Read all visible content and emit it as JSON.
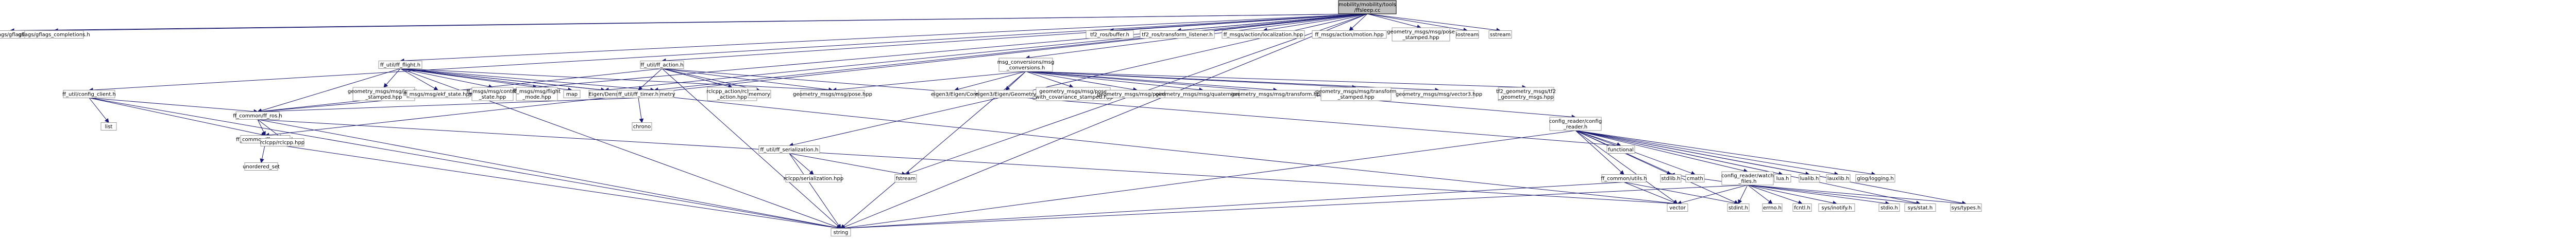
{
  "graph": {
    "nodes": [
      {
        "id": "root",
        "lines": [
          "mobility/mobility/tools",
          "/ffsleep.cc"
        ],
        "highlight": true
      },
      {
        "id": "gflags",
        "lines": [
          "gflags/gflags.h"
        ]
      },
      {
        "id": "gflags_completions",
        "lines": [
          "gflags/gflags_completions.h"
        ]
      },
      {
        "id": "ff_util_config_client",
        "lines": [
          "ff_util/config_client.h"
        ]
      },
      {
        "id": "list",
        "lines": [
          "list"
        ]
      },
      {
        "id": "ff_common_ff_ros",
        "lines": [
          "ff_common/ff_ros.h"
        ]
      },
      {
        "id": "ff_common_ff_names",
        "lines": [
          "ff_common/ff_names.h"
        ]
      },
      {
        "id": "unordered_set",
        "lines": [
          "unordered_set"
        ]
      },
      {
        "id": "ff_util_ff_flight",
        "lines": [
          "ff_util/ff_flight.h"
        ]
      },
      {
        "id": "inertia_stamped",
        "lines": [
          "geometry_msgs/msg/inertia",
          "_stamped.hpp"
        ]
      },
      {
        "id": "ekf_state",
        "lines": [
          "ff_msgs/msg/ekf_state.hpp"
        ]
      },
      {
        "id": "control_state",
        "lines": [
          "ff_msgs/msg/control",
          "_state.hpp"
        ]
      },
      {
        "id": "flight_mode",
        "lines": [
          "ff_msgs/msg/flight",
          "_mode.hpp"
        ]
      },
      {
        "id": "map",
        "lines": [
          "map"
        ]
      },
      {
        "id": "eigen_dense",
        "lines": [
          "Eigen/Dense"
        ]
      },
      {
        "id": "eigen_geometry",
        "lines": [
          "Eigen/Geometry"
        ]
      },
      {
        "id": "rclcpp",
        "lines": [
          "rclcpp/rclcpp.hpp"
        ]
      },
      {
        "id": "ff_util_ff_action",
        "lines": [
          "ff_util/ff_action.h"
        ]
      },
      {
        "id": "ff_util_ff_timer",
        "lines": [
          "ff_util/ff_timer.h"
        ]
      },
      {
        "id": "chrono",
        "lines": [
          "chrono"
        ]
      },
      {
        "id": "rclcpp_action",
        "lines": [
          "rclcpp_action/rclcpp",
          "_action.hpp"
        ]
      },
      {
        "id": "memory",
        "lines": [
          "memory"
        ]
      },
      {
        "id": "pose",
        "lines": [
          "geometry_msgs/msg/pose.hpp"
        ]
      },
      {
        "id": "ff_util_ff_serialization",
        "lines": [
          "ff_util/ff_serialization.h"
        ]
      },
      {
        "id": "rclcpp_serialization",
        "lines": [
          "rclcpp/serialization.hpp"
        ]
      },
      {
        "id": "string",
        "lines": [
          "string"
        ]
      },
      {
        "id": "fstream",
        "lines": [
          "fstream"
        ]
      },
      {
        "id": "msg_conversions",
        "lines": [
          "msg_conversions/msg",
          "_conversions.h"
        ]
      },
      {
        "id": "eigen3_core",
        "lines": [
          "eigen3/Eigen/Core"
        ]
      },
      {
        "id": "eigen3_geometry",
        "lines": [
          "eigen3/Eigen/Geometry"
        ]
      },
      {
        "id": "pose_cov",
        "lines": [
          "geometry_msgs/msg/pose",
          "_with_covariance_stamped.hpp"
        ]
      },
      {
        "id": "point",
        "lines": [
          "geometry_msgs/msg/point.hpp"
        ]
      },
      {
        "id": "quaternion",
        "lines": [
          "geometry_msgs/msg/quaternion.hpp"
        ]
      },
      {
        "id": "transform",
        "lines": [
          "geometry_msgs/msg/transform.hpp"
        ]
      },
      {
        "id": "transform_stamped",
        "lines": [
          "geometry_msgs/msg/transform",
          "_stamped.hpp"
        ]
      },
      {
        "id": "vector3",
        "lines": [
          "geometry_msgs/msg/vector3.hpp"
        ]
      },
      {
        "id": "tf2_geometry_msgs",
        "lines": [
          "tf2_geometry_msgs/tf2",
          "_geometry_msgs.hpp"
        ]
      },
      {
        "id": "config_reader",
        "lines": [
          "config_reader/config",
          "_reader.h"
        ]
      },
      {
        "id": "functional",
        "lines": [
          "functional"
        ]
      },
      {
        "id": "ff_common_utils",
        "lines": [
          "ff_common/utils.h"
        ]
      },
      {
        "id": "vector",
        "lines": [
          "vector"
        ]
      },
      {
        "id": "stdlib",
        "lines": [
          "stdlib.h"
        ]
      },
      {
        "id": "cmath",
        "lines": [
          "cmath"
        ]
      },
      {
        "id": "watch_files",
        "lines": [
          "config_reader/watch",
          "_files.h"
        ]
      },
      {
        "id": "stdint",
        "lines": [
          "stdint.h"
        ]
      },
      {
        "id": "errno",
        "lines": [
          "errno.h"
        ]
      },
      {
        "id": "fcntl",
        "lines": [
          "fcntl.h"
        ]
      },
      {
        "id": "sys_inotify",
        "lines": [
          "sys/inotify.h"
        ]
      },
      {
        "id": "stdio",
        "lines": [
          "stdio.h"
        ]
      },
      {
        "id": "sys_stat",
        "lines": [
          "sys/stat.h"
        ]
      },
      {
        "id": "sys_types",
        "lines": [
          "sys/types.h"
        ]
      },
      {
        "id": "lua",
        "lines": [
          "lua.h"
        ]
      },
      {
        "id": "lualib",
        "lines": [
          "lualib.h"
        ]
      },
      {
        "id": "lauxlib",
        "lines": [
          "lauxlib.h"
        ]
      },
      {
        "id": "glog",
        "lines": [
          "glog/logging.h"
        ]
      },
      {
        "id": "tf2_buffer",
        "lines": [
          "tf2_ros/buffer.h"
        ]
      },
      {
        "id": "tf2_listener",
        "lines": [
          "tf2_ros/transform_listener.h"
        ]
      },
      {
        "id": "localization",
        "lines": [
          "ff_msgs/action/localization.hpp"
        ]
      },
      {
        "id": "motion",
        "lines": [
          "ff_msgs/action/motion.hpp"
        ]
      },
      {
        "id": "pose_stamped",
        "lines": [
          "geometry_msgs/msg/pose",
          "_stamped.hpp"
        ]
      },
      {
        "id": "iostream",
        "lines": [
          "iostream"
        ]
      },
      {
        "id": "sstream",
        "lines": [
          "sstream"
        ]
      }
    ],
    "edges": [
      [
        "root",
        "gflags"
      ],
      [
        "root",
        "gflags_completions"
      ],
      [
        "root",
        "ff_util_config_client"
      ],
      [
        "root",
        "ff_util_ff_flight"
      ],
      [
        "root",
        "ff_util_ff_action"
      ],
      [
        "root",
        "ff_util_ff_serialization"
      ],
      [
        "root",
        "msg_conversions"
      ],
      [
        "root",
        "tf2_buffer"
      ],
      [
        "root",
        "tf2_listener"
      ],
      [
        "root",
        "localization"
      ],
      [
        "root",
        "motion"
      ],
      [
        "root",
        "pose_stamped"
      ],
      [
        "root",
        "iostream"
      ],
      [
        "root",
        "sstream"
      ],
      [
        "root",
        "ff_common_ff_ros"
      ],
      [
        "root",
        "ff_common_ff_names"
      ],
      [
        "root",
        "eigen_dense"
      ],
      [
        "root",
        "eigen_geometry"
      ],
      [
        "root",
        "string"
      ],
      [
        "root",
        "fstream"
      ],
      [
        "ff_util_config_client",
        "list"
      ],
      [
        "ff_util_config_client",
        "ff_common_ff_ros"
      ],
      [
        "ff_util_config_client",
        "ff_common_ff_names"
      ],
      [
        "ff_util_config_client",
        "string"
      ],
      [
        "ff_common_ff_ros",
        "ff_common_ff_names"
      ],
      [
        "ff_common_ff_ros",
        "rclcpp"
      ],
      [
        "ff_common_ff_ros",
        "string"
      ],
      [
        "ff_common_ff_ros",
        "vector"
      ],
      [
        "ff_common_ff_names",
        "unordered_set"
      ],
      [
        "ff_common_ff_names",
        "string"
      ],
      [
        "ff_util_ff_flight",
        "inertia_stamped"
      ],
      [
        "ff_util_ff_flight",
        "ekf_state"
      ],
      [
        "ff_util_ff_flight",
        "control_state"
      ],
      [
        "ff_util_ff_flight",
        "flight_mode"
      ],
      [
        "ff_util_ff_flight",
        "map"
      ],
      [
        "ff_util_ff_flight",
        "eigen_dense"
      ],
      [
        "ff_util_ff_flight",
        "eigen_geometry"
      ],
      [
        "ff_util_ff_flight",
        "ff_common_ff_ros"
      ],
      [
        "ff_util_ff_flight",
        "string"
      ],
      [
        "ff_util_ff_flight",
        "vector"
      ],
      [
        "ff_util_ff_flight",
        "pose"
      ],
      [
        "ff_util_ff_action",
        "ff_util_ff_timer"
      ],
      [
        "ff_util_ff_action",
        "rclcpp_action"
      ],
      [
        "ff_util_ff_action",
        "memory"
      ],
      [
        "ff_util_ff_action",
        "ff_common_ff_ros"
      ],
      [
        "ff_util_ff_action",
        "functional"
      ],
      [
        "ff_util_ff_action",
        "string"
      ],
      [
        "ff_util_ff_action",
        "pose"
      ],
      [
        "ff_util_ff_timer",
        "ff_common_ff_ros"
      ],
      [
        "ff_util_ff_timer",
        "chrono"
      ],
      [
        "ff_util_ff_serialization",
        "rclcpp_serialization"
      ],
      [
        "ff_util_ff_serialization",
        "string"
      ],
      [
        "ff_util_ff_serialization",
        "fstream"
      ],
      [
        "msg_conversions",
        "eigen3_core"
      ],
      [
        "msg_conversions",
        "eigen3_geometry"
      ],
      [
        "msg_conversions",
        "pose_cov"
      ],
      [
        "msg_conversions",
        "point"
      ],
      [
        "msg_conversions",
        "quaternion"
      ],
      [
        "msg_conversions",
        "transform"
      ],
      [
        "msg_conversions",
        "transform_stamped"
      ],
      [
        "msg_conversions",
        "vector3"
      ],
      [
        "msg_conversions",
        "tf2_geometry_msgs"
      ],
      [
        "msg_conversions",
        "config_reader"
      ],
      [
        "msg_conversions",
        "pose"
      ],
      [
        "msg_conversions",
        "string"
      ],
      [
        "config_reader",
        "ff_common_utils"
      ],
      [
        "config_reader",
        "stdlib"
      ],
      [
        "config_reader",
        "cmath"
      ],
      [
        "config_reader",
        "watch_files"
      ],
      [
        "config_reader",
        "lua"
      ],
      [
        "config_reader",
        "lualib"
      ],
      [
        "config_reader",
        "lauxlib"
      ],
      [
        "config_reader",
        "glog"
      ],
      [
        "config_reader",
        "string"
      ],
      [
        "config_reader",
        "functional"
      ],
      [
        "config_reader",
        "vector"
      ],
      [
        "config_reader",
        "stdint"
      ],
      [
        "config_reader",
        "sys_stat"
      ],
      [
        "config_reader",
        "sys_types"
      ],
      [
        "ff_common_utils",
        "vector"
      ],
      [
        "ff_common_utils",
        "string"
      ],
      [
        "ff_common_utils",
        "stdint"
      ],
      [
        "watch_files",
        "vector"
      ],
      [
        "watch_files",
        "stdint"
      ],
      [
        "watch_files",
        "errno"
      ],
      [
        "watch_files",
        "fcntl"
      ],
      [
        "watch_files",
        "sys_inotify"
      ],
      [
        "watch_files",
        "stdio"
      ],
      [
        "watch_files",
        "sys_stat"
      ],
      [
        "watch_files",
        "sys_types"
      ],
      [
        "watch_files",
        "string"
      ],
      [
        "watch_files",
        "stdlib"
      ]
    ]
  }
}
